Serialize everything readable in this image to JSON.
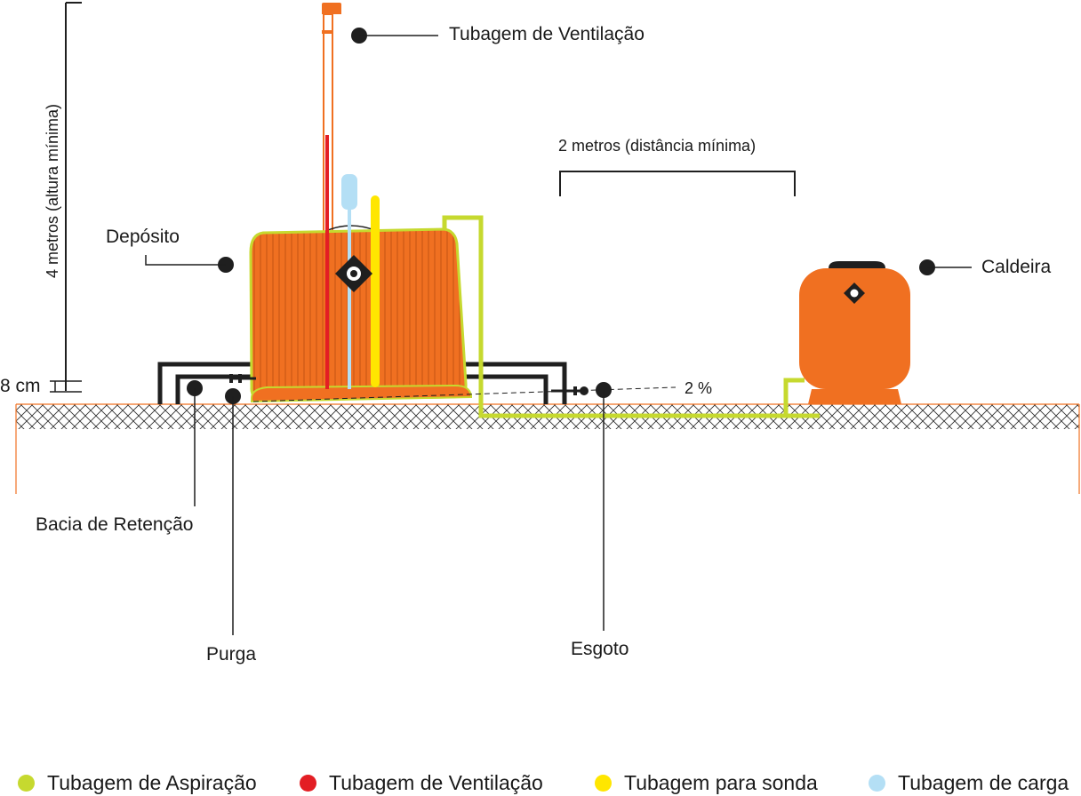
{
  "labels": {
    "vent_top": "Tubagem de Ventilação",
    "height_dim": "4 metros (altura mínima)",
    "distance_dim": "2 metros (distância mínima)",
    "deposit": "Depósito",
    "boiler": "Caldeira",
    "cm8": "8 cm",
    "slope": "2 %",
    "basin": "Bacia de Retenção",
    "purge": "Purga",
    "drain": "Esgoto"
  },
  "legend": [
    {
      "label": "Tubagem de Aspiração",
      "color": "#c6d92f"
    },
    {
      "label": "Tubagem de Ventilação",
      "color": "#e31e24"
    },
    {
      "label": "Tubagem para sonda",
      "color": "#ffe600"
    },
    {
      "label": "Tubagem de carga",
      "color": "#b4dff5"
    }
  ],
  "colors": {
    "tank_orange": "#f07021",
    "suction_green": "#c6d92f",
    "vent_red": "#e31e24",
    "probe_yellow": "#ffe600",
    "fill_blue": "#b4dff5",
    "dark": "#1f1f1f"
  }
}
